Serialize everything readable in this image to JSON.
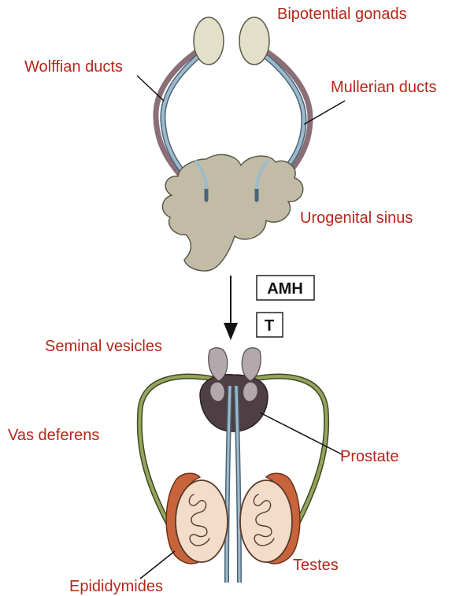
{
  "labels": {
    "bipotential_gonads": "Bipotential gonads",
    "wolffian_ducts": "Wolffian ducts",
    "mullerian_ducts": "Mullerian ducts",
    "urogenital_sinus": "Urogenital sinus",
    "seminal_vesicles": "Seminal vesicles",
    "vas_deferens": "Vas deferens",
    "prostate": "Prostate",
    "testes": "Testes",
    "epididymides": "Epididymides"
  },
  "hormones": {
    "amh": "AMH",
    "t": "T"
  },
  "colors": {
    "label_text": "#b5271a",
    "gonad_fill": "#e2e0c9",
    "sinus_fill": "#c2bca7",
    "wolffian_duct": "#7fa1b6",
    "mullerian_duct": "#8b6f78",
    "vas_deferens": "#7d8a4f",
    "prostate_fill": "#4e3f44",
    "vesicle_fill": "#b3a8ab",
    "epididymis_fill": "#c8643c",
    "testis_fill": "#f3dcc8"
  }
}
